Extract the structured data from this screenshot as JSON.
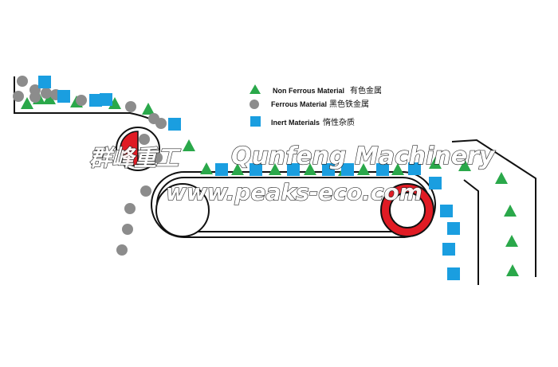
{
  "legend": {
    "non_ferrous_en": "Non Ferrous Material",
    "non_ferrous_cn": "有色金属",
    "ferrous_en": "Ferrous Material",
    "ferrous_cn": "黑色铁金属",
    "inert_en": "Inert Materials",
    "inert_cn": "惰性杂质"
  },
  "watermark": {
    "company_cn": "群峰重工",
    "company_en": "Qunfeng Machinery",
    "website": "www.peaks-eco.com"
  },
  "colors": {
    "non_ferrous": "#2aa84a",
    "ferrous": "#8c8c8c",
    "inert": "#1a9ee0",
    "magnet": "#e01b24",
    "line": "#111111"
  }
}
